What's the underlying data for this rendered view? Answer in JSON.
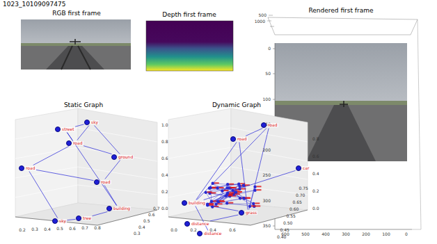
{
  "diagram": {
    "title": "1023_10109097475",
    "nodes": [
      {
        "text": [
          "street"
        ]
      },
      {
        "text": [
          "sky"
        ]
      },
      {
        "text": [
          "road"
        ]
      },
      {
        "text": [
          "ground"
        ]
      },
      {
        "text": [
          "road"
        ]
      },
      {
        "text": [
          "building"
        ]
      },
      {
        "text": [
          "sky"
        ]
      },
      {
        "text": [
          "tree"
        ]
      },
      {
        "text": [
          "road"
        ]
      },
      {
        "text": [
          "road"
        ]
      },
      {
        "text": [
          "road"
        ]
      },
      {
        "text": [
          "car"
        ]
      },
      {
        "text": [
          "grass"
        ]
      },
      {
        "text": [
          "building"
        ]
      },
      {
        "text": [
          "distance"
        ]
      },
      {
        "text": [
          "distance"
        ]
      }
    ],
    "edges": [
      {
        "from": 0,
        "to": 1,
        "arrow": "none"
      },
      {
        "from": 0,
        "to": 2,
        "arrow": "none"
      },
      {
        "from": 1,
        "to": 2,
        "arrow": "none"
      },
      {
        "from": 2,
        "to": 3,
        "arrow": "none"
      },
      {
        "from": 2,
        "to": 4,
        "arrow": "none"
      },
      {
        "from": 3,
        "to": 8,
        "arrow": "none"
      },
      {
        "from": 4,
        "to": 6,
        "arrow": "none"
      },
      {
        "from": 5,
        "to": 8,
        "arrow": "none"
      },
      {
        "from": 6,
        "to": 7,
        "arrow": "none"
      },
      {
        "from": 7,
        "to": 5,
        "arrow": "none"
      },
      {
        "from": 1,
        "to": 3,
        "arrow": "none"
      },
      {
        "from": 8,
        "to": 4,
        "arrow": "none"
      },
      {
        "from": 0,
        "to": 5,
        "arrow": "none"
      },
      {
        "from": 9,
        "to": 12,
        "arrow": "none"
      },
      {
        "from": 9,
        "to": 13,
        "arrow": "none"
      },
      {
        "from": 10,
        "to": 12,
        "arrow": "none"
      },
      {
        "from": 10,
        "to": 13,
        "arrow": "none"
      },
      {
        "from": 11,
        "to": 13,
        "arrow": "none"
      },
      {
        "from": 12,
        "to": 13,
        "arrow": "none"
      },
      {
        "from": 14,
        "to": 12,
        "arrow": "none"
      },
      {
        "from": 15,
        "to": 13,
        "arrow": "none"
      },
      {
        "from": 9,
        "to": 10,
        "arrow": "none"
      }
    ],
    "labels": [
      "RGB first frame",
      "Depth first frame",
      "Rendered first frame",
      "Static Graph",
      "Dynamic Graph",
      "0",
      "50",
      "100",
      "150",
      "200",
      "250",
      "300",
      "350",
      "600",
      "500",
      "400",
      "300",
      "200",
      "100",
      "0",
      "500",
      "1000",
      "0.2",
      "0.3",
      "0.4",
      "0.5",
      "0.6",
      "0.7",
      "0.8",
      "0.3",
      "0.4",
      "0.5",
      "0.6",
      "0.7",
      "0.0",
      "0.2",
      "0.4",
      "0.6",
      "0.8",
      "1.0",
      "0.0",
      "0.2",
      "0.4",
      "0.6",
      "0.40",
      "0.45",
      "0.50",
      "0.55",
      "0.60",
      "0.65",
      "0.70",
      "0.75",
      "0.0",
      "0.2",
      "0.4",
      "0.6",
      "0.8"
    ]
  }
}
